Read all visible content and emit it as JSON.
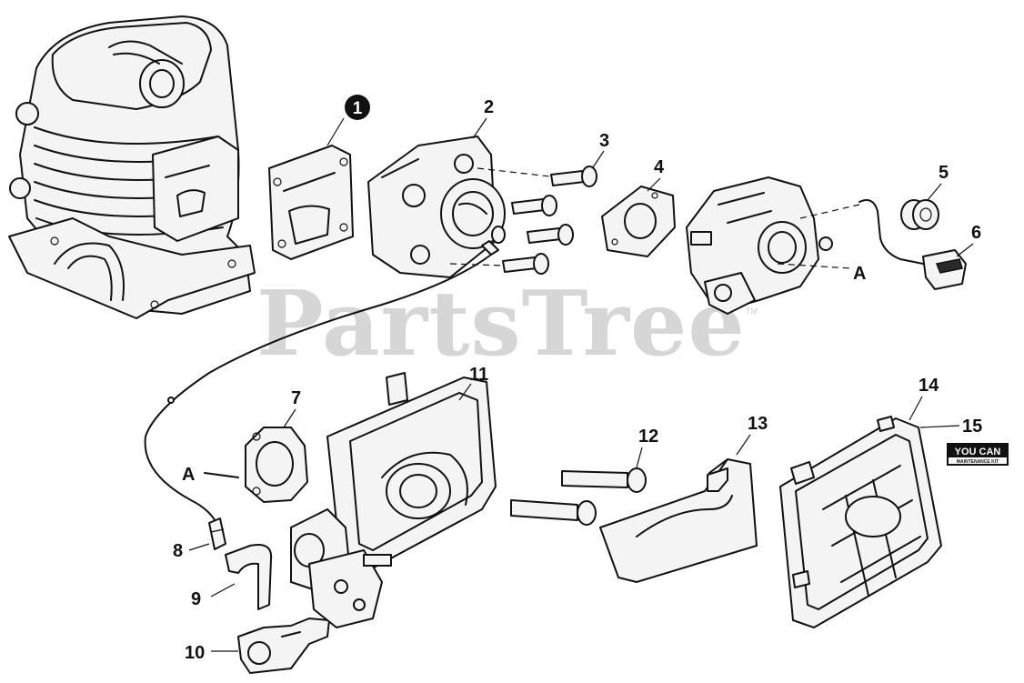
{
  "watermark": {
    "text": "PartsTree",
    "trademark": "TM"
  },
  "callouts": {
    "c1": "1",
    "c2": "2",
    "c3": "3",
    "c4": "4",
    "c5": "5",
    "c6": "6",
    "c7": "7",
    "c8": "8",
    "c9": "9",
    "c10": "10",
    "c11": "11",
    "c12": "12",
    "c13": "13",
    "c14": "14",
    "c15": "15"
  },
  "ref_labels": {
    "a_top": "A",
    "a_left": "A"
  },
  "logo": {
    "line1": "YOU CAN",
    "line2": "MAINTENANCE KIT"
  },
  "colors": {
    "ink": "#111111",
    "watermark": "#d6d6d6",
    "callout_filled": "#111111"
  }
}
